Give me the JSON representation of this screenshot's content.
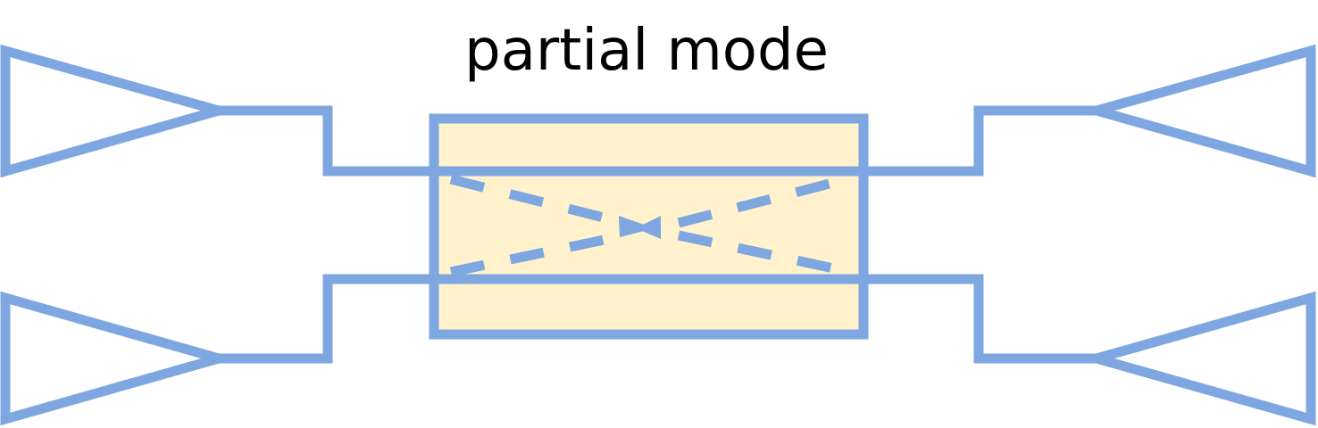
{
  "diagram": {
    "title": "partial mode",
    "colors": {
      "line": "#7ea6e0",
      "coupler_fill": "#fff2cc",
      "background": "#ffffff",
      "title_text": "#000000"
    },
    "components": [
      {
        "id": "left-top-taper",
        "kind": "taper"
      },
      {
        "id": "left-bottom-taper",
        "kind": "taper"
      },
      {
        "id": "right-top-taper",
        "kind": "taper"
      },
      {
        "id": "right-bottom-taper",
        "kind": "taper"
      },
      {
        "id": "coupler-region",
        "kind": "coupler"
      }
    ]
  }
}
